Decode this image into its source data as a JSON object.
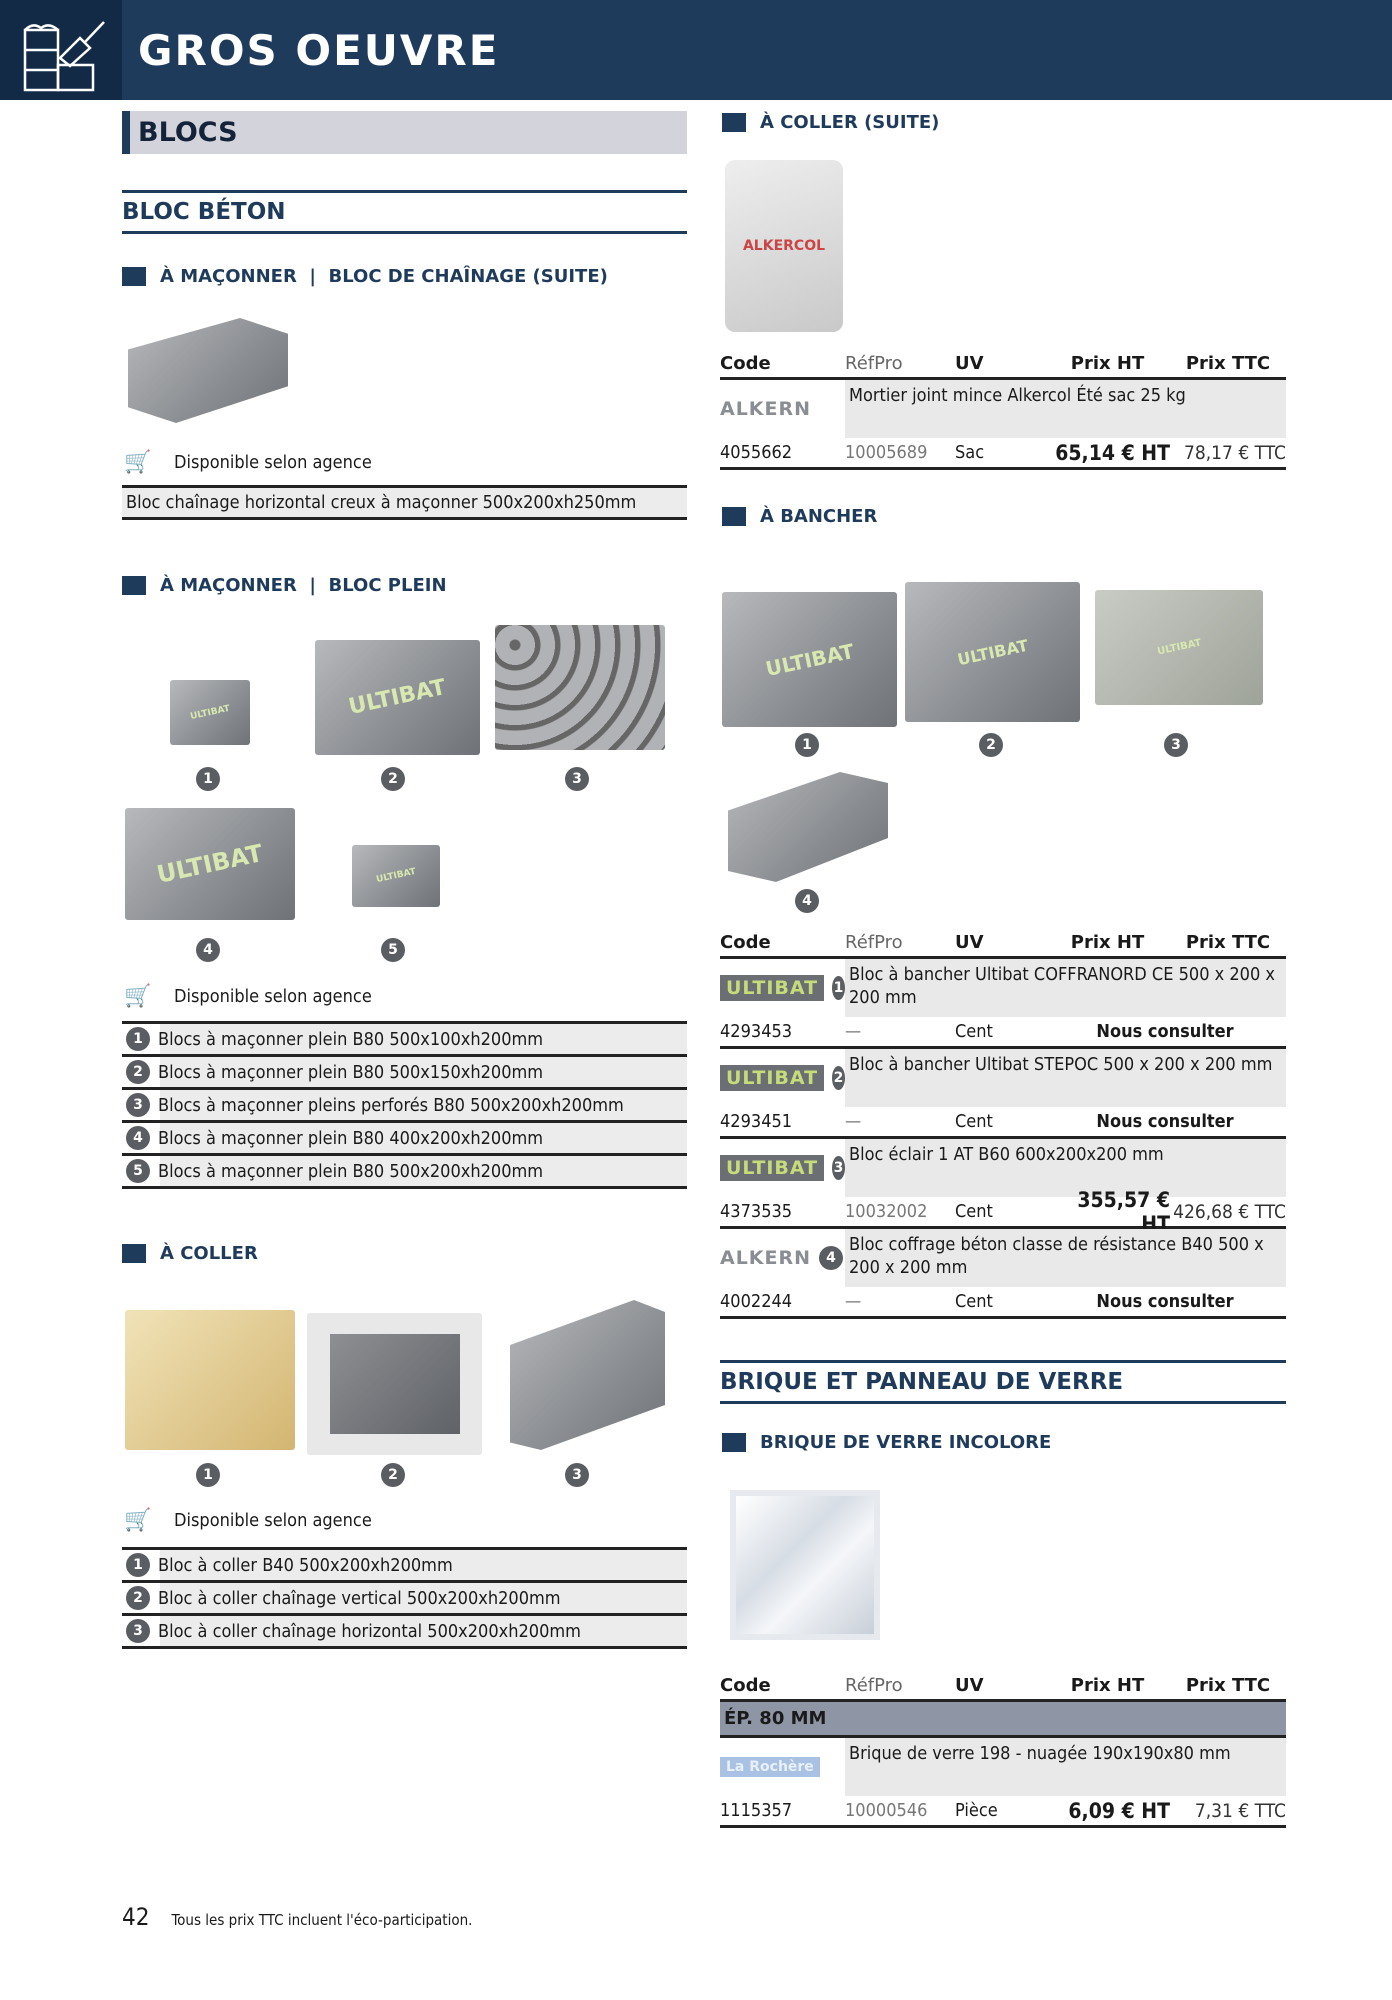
{
  "header": {
    "title": "GROS OEUVRE",
    "icon": "masonry-trowel-icon",
    "color": "#1f3b5c"
  },
  "left": {
    "section_title": "BLOCS",
    "subsection_title": "BLOC BÉTON",
    "availability": "Disponible selon agence",
    "chainage": {
      "title": "À MAÇONNER  |  BLOC DE CHAÎNAGE (SUITE)",
      "item": "Bloc chaînage horizontal creux à maçonner 500x200xh250mm"
    },
    "plein": {
      "title": "À MAÇONNER  |  BLOC PLEIN",
      "brand": "ULTIBAT",
      "items": [
        {
          "n": "1",
          "label": "Blocs à maçonner plein B80 500x100xh200mm"
        },
        {
          "n": "2",
          "label": "Blocs à maçonner plein B80 500x150xh200mm"
        },
        {
          "n": "3",
          "label": "Blocs à maçonner pleins perforés B80 500x200xh200mm"
        },
        {
          "n": "4",
          "label": "Blocs à maçonner plein B80 400x200xh200mm"
        },
        {
          "n": "5",
          "label": "Blocs à maçonner plein B80 500x200xh200mm"
        }
      ]
    },
    "coller": {
      "title": "À COLLER",
      "items": [
        {
          "n": "1",
          "label": "Bloc à coller B40 500x200xh200mm"
        },
        {
          "n": "2",
          "label": "Bloc à coller chaînage vertical 500x200xh200mm"
        },
        {
          "n": "3",
          "label": "Bloc à coller chaînage horizontal 500x200xh200mm"
        }
      ]
    }
  },
  "right": {
    "columns": {
      "code": "Code",
      "refpro": "RéfPro",
      "uv": "UV",
      "prix_ht": "Prix HT",
      "prix_ttc": "Prix TTC"
    },
    "coller_suite": {
      "title": "À COLLER (SUITE)",
      "bag_label": "ALKERCOL",
      "rows": [
        {
          "brand": "ALKERN",
          "n": "",
          "desc": "Mortier joint mince Alkercol Été sac 25 kg",
          "code": "4055662",
          "refpro": "10005689",
          "uv": "Sac",
          "ht": "65,14 € HT",
          "ttc": "78,17 € TTC"
        }
      ]
    },
    "bancher": {
      "title": "À BANCHER",
      "image_badges": [
        "1",
        "2",
        "3",
        "4"
      ],
      "brand": "ULTIBAT",
      "rows": [
        {
          "brand": "ULTIBAT",
          "n": "1",
          "desc": "Bloc à bancher Ultibat COFFRANORD CE 500 x 200 x 200 mm",
          "code": "4293453",
          "refpro": "—",
          "uv": "Cent",
          "consult": "Nous consulter"
        },
        {
          "brand": "ULTIBAT",
          "n": "2",
          "desc": "Bloc à bancher Ultibat STEPOC 500 x 200 x 200 mm",
          "code": "4293451",
          "refpro": "—",
          "uv": "Cent",
          "consult": "Nous consulter"
        },
        {
          "brand": "ULTIBAT",
          "n": "3",
          "desc": "Bloc éclair 1 AT B60 600x200x200 mm",
          "code": "4373535",
          "refpro": "10032002",
          "uv": "Cent",
          "ht": "355,57 € HT",
          "ttc": "426,68 € TTC"
        },
        {
          "brand": "ALKERN",
          "n": "4",
          "desc": "Bloc coffrage béton classe de résistance B40 500 x 200 x 200 mm",
          "code": "4002244",
          "refpro": "—",
          "uv": "Cent",
          "consult": "Nous consulter"
        }
      ]
    },
    "verre": {
      "section": "BRIQUE ET PANNEAU DE VERRE",
      "title": "BRIQUE DE VERRE INCOLORE",
      "group": "ÉP. 80 MM",
      "rows": [
        {
          "brand": "La Rochère",
          "n": "",
          "desc": "Brique de verre 198 - nuagée 190x190x80 mm",
          "code": "1115357",
          "refpro": "10000546",
          "uv": "Pièce",
          "ht": "6,09 € HT",
          "ttc": "7,31 € TTC"
        }
      ]
    }
  },
  "footer": {
    "page": "42",
    "note": "Tous les prix TTC incluent l'éco-participation."
  }
}
